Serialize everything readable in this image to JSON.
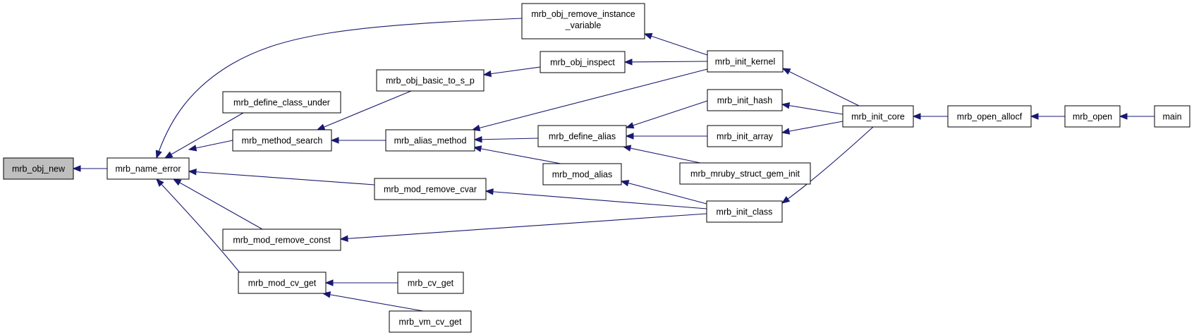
{
  "graph": {
    "nodes": [
      {
        "id": "mrb_obj_new",
        "label": "mrb_obj_new",
        "focus": true
      },
      {
        "id": "mrb_name_error",
        "label": "mrb_name_error"
      },
      {
        "id": "mrb_obj_remove_instance_variable",
        "label": "mrb_obj_remove_instance",
        "label2": "_variable"
      },
      {
        "id": "mrb_define_class_under",
        "label": "mrb_define_class_under"
      },
      {
        "id": "mrb_method_search",
        "label": "mrb_method_search"
      },
      {
        "id": "mrb_mod_remove_cvar",
        "label": "mrb_mod_remove_cvar"
      },
      {
        "id": "mrb_mod_remove_const",
        "label": "mrb_mod_remove_const"
      },
      {
        "id": "mrb_mod_cv_get",
        "label": "mrb_mod_cv_get"
      },
      {
        "id": "mrb_obj_basic_to_s_p",
        "label": "mrb_obj_basic_to_s_p"
      },
      {
        "id": "mrb_alias_method",
        "label": "mrb_alias_method"
      },
      {
        "id": "mrb_cv_get",
        "label": "mrb_cv_get"
      },
      {
        "id": "mrb_vm_cv_get",
        "label": "mrb_vm_cv_get"
      },
      {
        "id": "mrb_obj_inspect",
        "label": "mrb_obj_inspect"
      },
      {
        "id": "mrb_define_alias",
        "label": "mrb_define_alias"
      },
      {
        "id": "mrb_mod_alias",
        "label": "mrb_mod_alias"
      },
      {
        "id": "mrb_init_kernel",
        "label": "mrb_init_kernel"
      },
      {
        "id": "mrb_init_hash",
        "label": "mrb_init_hash"
      },
      {
        "id": "mrb_init_array",
        "label": "mrb_init_array"
      },
      {
        "id": "mrb_mruby_struct_gem_init",
        "label": "mrb_mruby_struct_gem_init"
      },
      {
        "id": "mrb_init_class",
        "label": "mrb_init_class"
      },
      {
        "id": "mrb_init_core",
        "label": "mrb_init_core"
      },
      {
        "id": "mrb_open_allocf",
        "label": "mrb_open_allocf"
      },
      {
        "id": "mrb_open",
        "label": "mrb_open"
      },
      {
        "id": "main",
        "label": "main"
      }
    ],
    "edges": [
      {
        "from": "mrb_name_error",
        "to": "mrb_obj_new"
      },
      {
        "from": "mrb_obj_remove_instance_variable",
        "to": "mrb_name_error"
      },
      {
        "from": "mrb_define_class_under",
        "to": "mrb_name_error"
      },
      {
        "from": "mrb_method_search",
        "to": "mrb_name_error"
      },
      {
        "from": "mrb_mod_remove_cvar",
        "to": "mrb_name_error"
      },
      {
        "from": "mrb_mod_remove_const",
        "to": "mrb_name_error"
      },
      {
        "from": "mrb_mod_cv_get",
        "to": "mrb_name_error"
      },
      {
        "from": "mrb_obj_basic_to_s_p",
        "to": "mrb_method_search"
      },
      {
        "from": "mrb_alias_method",
        "to": "mrb_method_search"
      },
      {
        "from": "mrb_cv_get",
        "to": "mrb_mod_cv_get"
      },
      {
        "from": "mrb_vm_cv_get",
        "to": "mrb_mod_cv_get"
      },
      {
        "from": "mrb_obj_inspect",
        "to": "mrb_obj_basic_to_s_p"
      },
      {
        "from": "mrb_init_kernel",
        "to": "mrb_alias_method"
      },
      {
        "from": "mrb_define_alias",
        "to": "mrb_alias_method"
      },
      {
        "from": "mrb_mod_alias",
        "to": "mrb_alias_method"
      },
      {
        "from": "mrb_init_kernel",
        "to": "mrb_obj_remove_instance_variable"
      },
      {
        "from": "mrb_init_kernel",
        "to": "mrb_obj_inspect"
      },
      {
        "from": "mrb_init_hash",
        "to": "mrb_define_alias"
      },
      {
        "from": "mrb_init_array",
        "to": "mrb_define_alias"
      },
      {
        "from": "mrb_mruby_struct_gem_init",
        "to": "mrb_define_alias"
      },
      {
        "from": "mrb_init_class",
        "to": "mrb_mod_alias"
      },
      {
        "from": "mrb_init_class",
        "to": "mrb_mod_remove_cvar"
      },
      {
        "from": "mrb_init_class",
        "to": "mrb_mod_remove_const"
      },
      {
        "from": "mrb_init_core",
        "to": "mrb_init_kernel"
      },
      {
        "from": "mrb_init_core",
        "to": "mrb_init_hash"
      },
      {
        "from": "mrb_init_core",
        "to": "mrb_init_array"
      },
      {
        "from": "mrb_init_core",
        "to": "mrb_init_class"
      },
      {
        "from": "mrb_open_allocf",
        "to": "mrb_init_core"
      },
      {
        "from": "mrb_open",
        "to": "mrb_open_allocf"
      },
      {
        "from": "main",
        "to": "mrb_open"
      }
    ],
    "colors": {
      "edge": "#191970",
      "node_border": "#000000",
      "focus_fill": "#bfbfbf"
    }
  }
}
